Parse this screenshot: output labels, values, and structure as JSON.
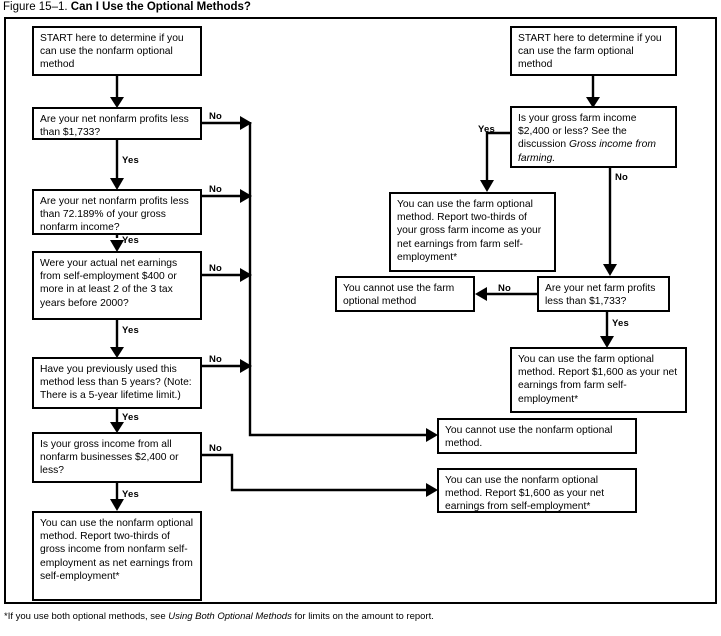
{
  "figure": {
    "number": "Figure 15–1.",
    "title": "Can I Use the Optional Methods?"
  },
  "footnote": {
    "prefix": "*If you use both optional methods, see ",
    "italic": "Using Both Optional Methods",
    "suffix": " for limits on the amount to report."
  },
  "labels": {
    "yes": "Yes",
    "no": "No"
  },
  "nodes": {
    "nonfarm_start": "START here to determine if you can use the nonfarm optional method",
    "nonfarm_q1": "Are your net nonfarm profits less than $1,733?",
    "nonfarm_q2": "Are your net nonfarm profits less than 72.189% of your gross nonfarm income?",
    "nonfarm_q3": "Were your actual net earnings from self-employment $400 or more in at least 2 of the 3 tax years before 2000?",
    "nonfarm_q4": "Have you previously used this method less than 5 years? (Note: There is a 5-year lifetime limit.)",
    "nonfarm_q5": "Is your gross income from all nonfarm businesses $2,400 or less?",
    "nonfarm_result_yes": "You can use the nonfarm optional method. Report two-thirds of gross income from nonfarm self-employment as net earnings from self-employment*",
    "nonfarm_result_no": "You cannot use the nonfarm optional method.",
    "nonfarm_result_1600": "You can use the nonfarm optional method. Report $1,600 as your net earnings from self-employment*",
    "farm_start": "START here to determine if you can use the farm optional method",
    "farm_q1_pre": "Is your gross farm income $2,400 or less? See the discussion ",
    "farm_q1_italic": "Gross income from farming.",
    "farm_result_twothirds": "You can use the farm optional method. Report two-thirds of your gross farm income as your net earnings from farm self-employment*",
    "farm_result_cannot": "You cannot use the farm optional method",
    "farm_q2": "Are your net farm profits less than $1,733?",
    "farm_result_1600": "You can use the farm optional method. Report $1,600 as your net earnings from farm self-employment*"
  },
  "edge_labels": {
    "nonfarm_q1_no": "No",
    "nonfarm_q1_yes": "Yes",
    "nonfarm_q2_no": "No",
    "nonfarm_q2_yes": "Yes",
    "nonfarm_q3_no": "No",
    "nonfarm_q3_yes": "Yes",
    "nonfarm_q4_no": "No",
    "nonfarm_q4_yes": "Yes",
    "nonfarm_q5_no": "No",
    "nonfarm_q5_yes": "Yes",
    "farm_q1_yes": "Yes",
    "farm_q1_no": "No",
    "farm_q2_no": "No",
    "farm_q2_yes": "Yes"
  },
  "colors": {
    "stroke": "#000000",
    "background": "#ffffff",
    "text": "#000000"
  }
}
